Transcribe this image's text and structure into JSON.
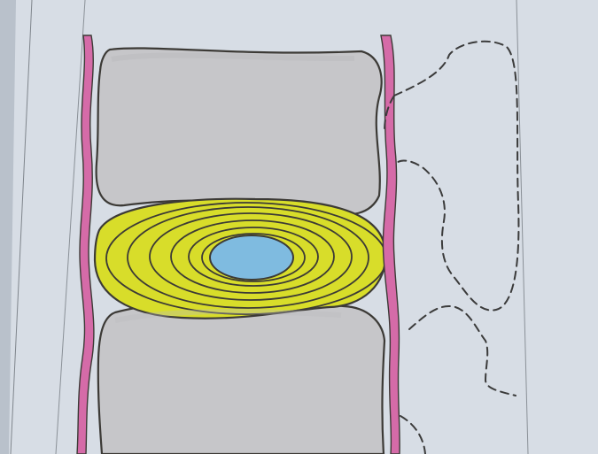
{
  "diagram": {
    "subject": "spinal-segment-intervertebral-disc",
    "colors": {
      "paper": "#cfd6df",
      "paper_light": "#dde3ea",
      "vertebra": "#c6c6c9",
      "disc_annulus": "#d8dd2a",
      "disc_nucleus": "#7fbbe0",
      "ligament": "#d56ba8",
      "outline": "#3c3a36",
      "dashed_outline": "#3b3b3b"
    },
    "parts": [
      "upper-vertebral-body",
      "lower-vertebral-body",
      "intervertebral-disc-annulus",
      "nucleus-pulposus",
      "anterior-longitudinal-ligament",
      "posterior-longitudinal-ligament",
      "posterior-elements-dashed-outline"
    ]
  }
}
